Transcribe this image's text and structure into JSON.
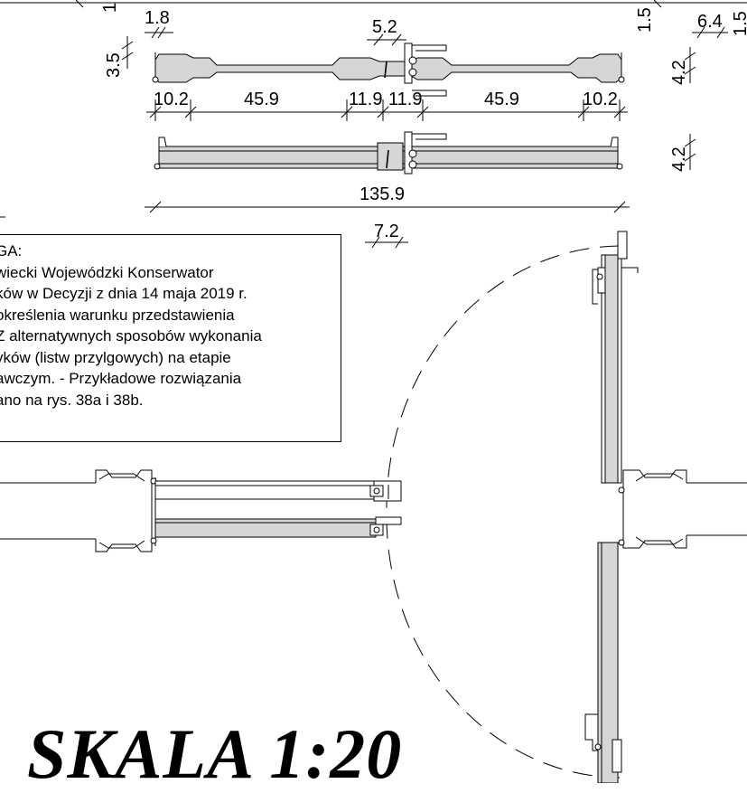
{
  "dimensions": {
    "d1_8": "1.8",
    "d5_2": "5.2",
    "d1_5": "1.5",
    "d6_4": "6.4",
    "d1_5b": "1.5",
    "d3_5": "3.5",
    "d4_2a": "4.2",
    "d4_2b": "4.2",
    "d10_2a": "10.2",
    "d45_9a": "45.9",
    "d11_9a": "11.9",
    "d11_9b": "11.9",
    "d45_9b": "45.9",
    "d10_2b": "10.2",
    "d135_9": "135.9",
    "d7_2": "7.2",
    "d1_top": "1"
  },
  "note": {
    "lines": [
      "GA:",
      "wiecki Wojewódzki Konserwator",
      "ków w Decyzji z dnia 14 maja 2019 r.",
      "określenia warunku przedstawienia",
      "Z alternatywnych sposobów wykonania",
      "yków (listw przylgowych) na etapie",
      "awczym. - Przykładowe rozwiązania",
      "ano na rys. 38a i 38b."
    ]
  },
  "scale_label": "SKALA 1:20"
}
